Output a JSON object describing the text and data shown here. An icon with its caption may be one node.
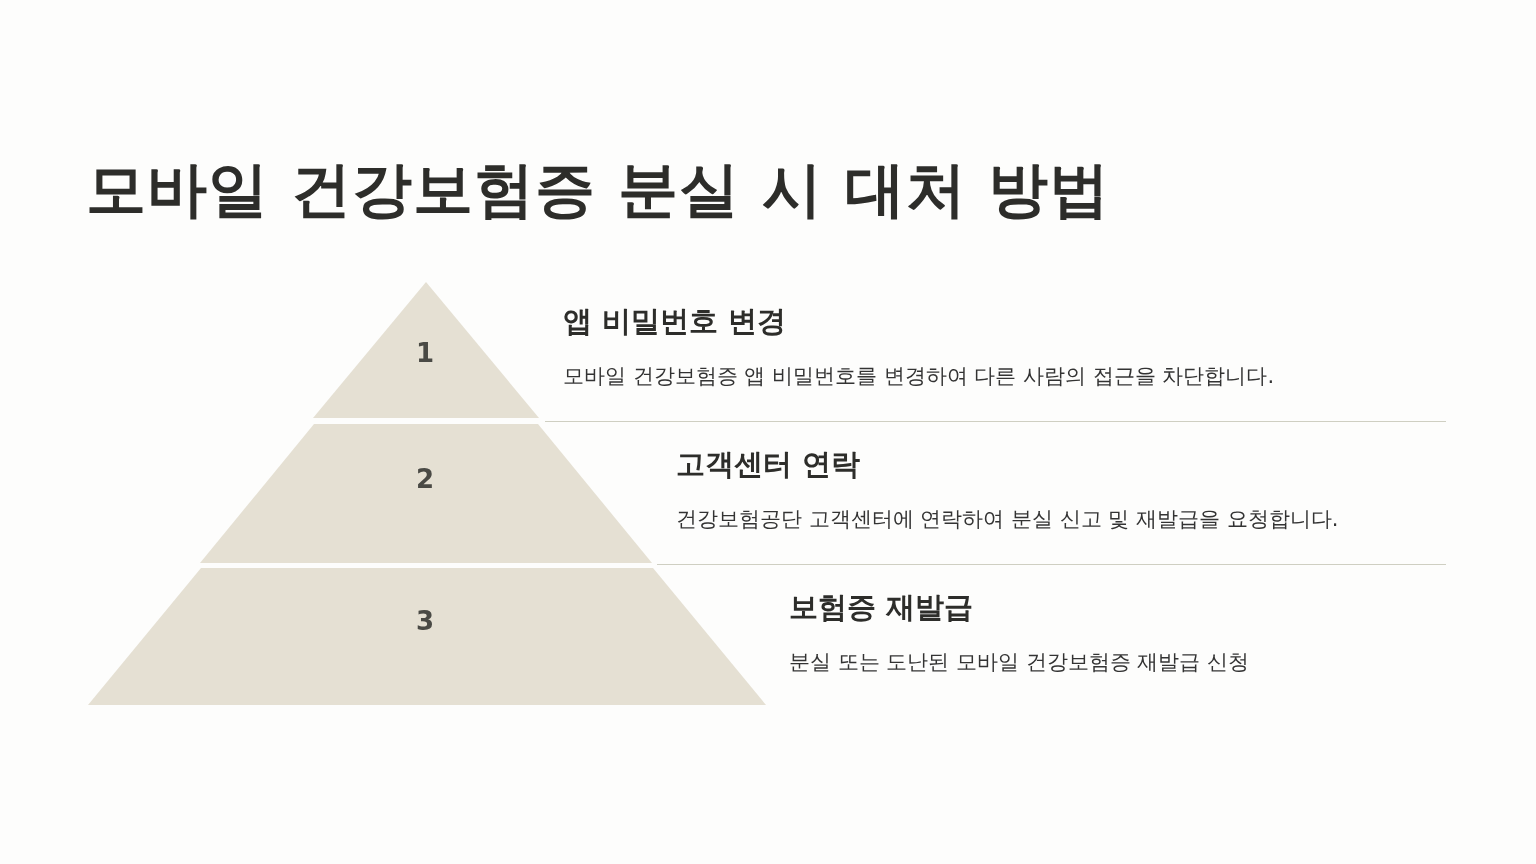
{
  "diagram": {
    "title": "모바일 건강보험증 분실 시 대처 방법",
    "nodes": [
      {
        "text": [
          "1"
        ],
        "beside": [
          "앱 비밀번호 변경",
          "모바일 건강보험증 앱 비밀번호를 변경하여 다른 사람의 접근을 차단합니다."
        ]
      },
      {
        "text": [
          "2"
        ],
        "beside": [
          "고객센터 연락",
          "건강보험공단 고객센터에 연락하여 분실 신고 및 재발급을 요청합니다."
        ]
      },
      {
        "text": [
          "3"
        ],
        "beside": [
          "보험증 재발급",
          "분실 또는 도난된 모바일 건강보험증 재발급 신청"
        ]
      }
    ],
    "edges": []
  }
}
